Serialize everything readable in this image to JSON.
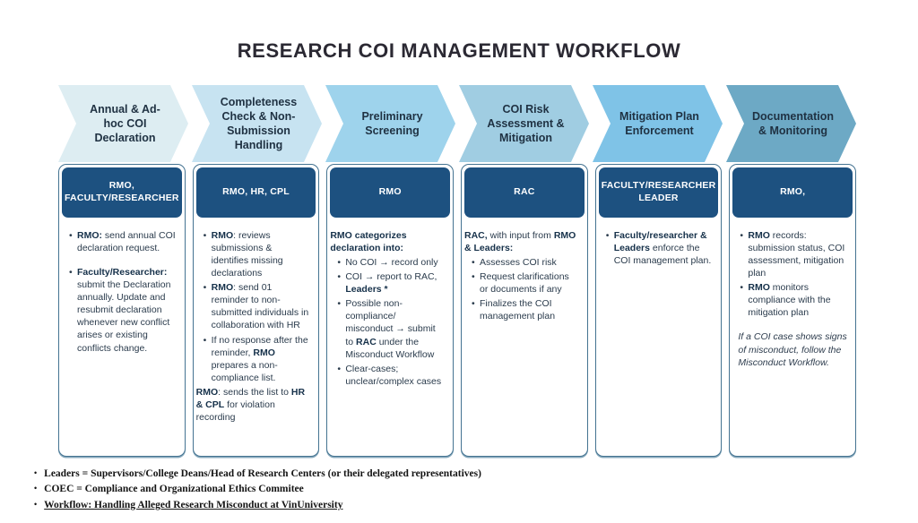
{
  "title": "RESEARCH COI MANAGEMENT WORKFLOW",
  "colors": {
    "header_bg": "#1d5180",
    "card_border": "#447391",
    "arrow_text": "#1f3142",
    "title_text": "#2b2933"
  },
  "stages": [
    {
      "arrow_label": "Annual & Ad-hoc COI Declaration",
      "arrow_color": "#ddedf2",
      "card_header": "RMO, FACULTY/RESEARCHER",
      "blocks": [
        {
          "type": "bullet",
          "segments": [
            {
              "t": "RMO:",
              "b": true
            },
            {
              "t": " send annual COI declaration request."
            }
          ]
        },
        {
          "type": "bullet",
          "gap_before": true,
          "segments": [
            {
              "t": "Faculty/Researcher:",
              "b": true
            },
            {
              "t": " submit the Declaration annually. Update and resubmit declaration whenever new conflict arises or existing conflicts change."
            }
          ]
        }
      ]
    },
    {
      "arrow_label": "Completeness Check & Non-Submission Handling",
      "arrow_color": "#c7e3f1",
      "card_header": "RMO, HR, CPL",
      "blocks": [
        {
          "type": "bullet",
          "segments": [
            {
              "t": "RMO",
              "b": true
            },
            {
              "t": ": reviews submissions & identifies missing declarations"
            }
          ]
        },
        {
          "type": "bullet",
          "segments": [
            {
              "t": "RMO",
              "b": true
            },
            {
              "t": ": send 01 reminder to non-submitted individuals in collaboration with HR"
            }
          ]
        },
        {
          "type": "bullet",
          "segments": [
            {
              "t": "If no response after the reminder, "
            },
            {
              "t": "RMO",
              "b": true
            },
            {
              "t": " prepares a non-compliance list."
            }
          ]
        },
        {
          "type": "text",
          "segments": [
            {
              "t": "RMO",
              "b": true
            },
            {
              "t": ": sends the list to "
            },
            {
              "t": "HR & CPL",
              "b": true
            },
            {
              "t": " for violation recording"
            }
          ]
        }
      ]
    },
    {
      "arrow_label": "Preliminary Screening",
      "arrow_color": "#9ed3ec",
      "card_header": "RMO",
      "blocks": [
        {
          "type": "text",
          "segments": [
            {
              "t": "RMO categorizes declaration into:",
              "b": true
            }
          ]
        },
        {
          "type": "bullet",
          "segments": [
            {
              "t": "No COI → record only"
            }
          ]
        },
        {
          "type": "bullet",
          "segments": [
            {
              "t": "COI → report to RAC, "
            },
            {
              "t": "Leaders *",
              "b": true
            }
          ]
        },
        {
          "type": "bullet",
          "segments": [
            {
              "t": "Possible non-compliance/ misconduct → submit to "
            },
            {
              "t": "RAC",
              "b": true
            },
            {
              "t": " under the Misconduct Workflow"
            }
          ]
        },
        {
          "type": "bullet",
          "segments": [
            {
              "t": "Clear-cases; unclear/complex cases"
            }
          ]
        }
      ]
    },
    {
      "arrow_label": "COI Risk Assessment & Mitigation",
      "arrow_color": "#a0cde2",
      "card_header": "RAC",
      "blocks": [
        {
          "type": "text",
          "segments": [
            {
              "t": "RAC,",
              "b": true
            },
            {
              "t": " with input from "
            },
            {
              "t": "RMO & Leaders:",
              "b": true
            }
          ]
        },
        {
          "type": "bullet",
          "segments": [
            {
              "t": "Assesses COI risk"
            }
          ]
        },
        {
          "type": "bullet",
          "segments": [
            {
              "t": "Request clarifications or documents if any"
            }
          ]
        },
        {
          "type": "bullet",
          "segments": [
            {
              "t": "Finalizes the COI management plan"
            }
          ]
        }
      ]
    },
    {
      "arrow_label": "Mitigation Plan Enforcement",
      "arrow_color": "#7fc3e7",
      "card_header": "FACULTY/RESEARCHER LEADER",
      "blocks": [
        {
          "type": "bullet",
          "segments": [
            {
              "t": "Faculty/researcher & Leaders",
              "b": true
            },
            {
              "t": " enforce the COI management plan."
            }
          ]
        }
      ]
    },
    {
      "arrow_label": "Documentation & Monitoring",
      "arrow_color": "#6da9c5",
      "card_header": "RMO,",
      "blocks": [
        {
          "type": "bullet",
          "segments": [
            {
              "t": "RMO",
              "b": true
            },
            {
              "t": " records: submission status, COI assessment, mitigation plan"
            }
          ]
        },
        {
          "type": "bullet",
          "segments": [
            {
              "t": "RMO",
              "b": true
            },
            {
              "t": " monitors compliance with the mitigation plan"
            }
          ]
        },
        {
          "type": "note",
          "gap_before": true,
          "segments": [
            {
              "t": "If a COI case shows signs of misconduct, follow the Misconduct Workflow."
            }
          ]
        }
      ]
    }
  ],
  "footnotes": [
    {
      "text": "Leaders = Supervisors/College Deans/Head of Research Centers (or their delegated representatives)",
      "underline": false
    },
    {
      "text": "COEC = Compliance and Organizational Ethics Commitee",
      "underline": false
    },
    {
      "text": "Workflow: Handling Alleged Research Misconduct at VinUniversity",
      "underline": true
    }
  ]
}
